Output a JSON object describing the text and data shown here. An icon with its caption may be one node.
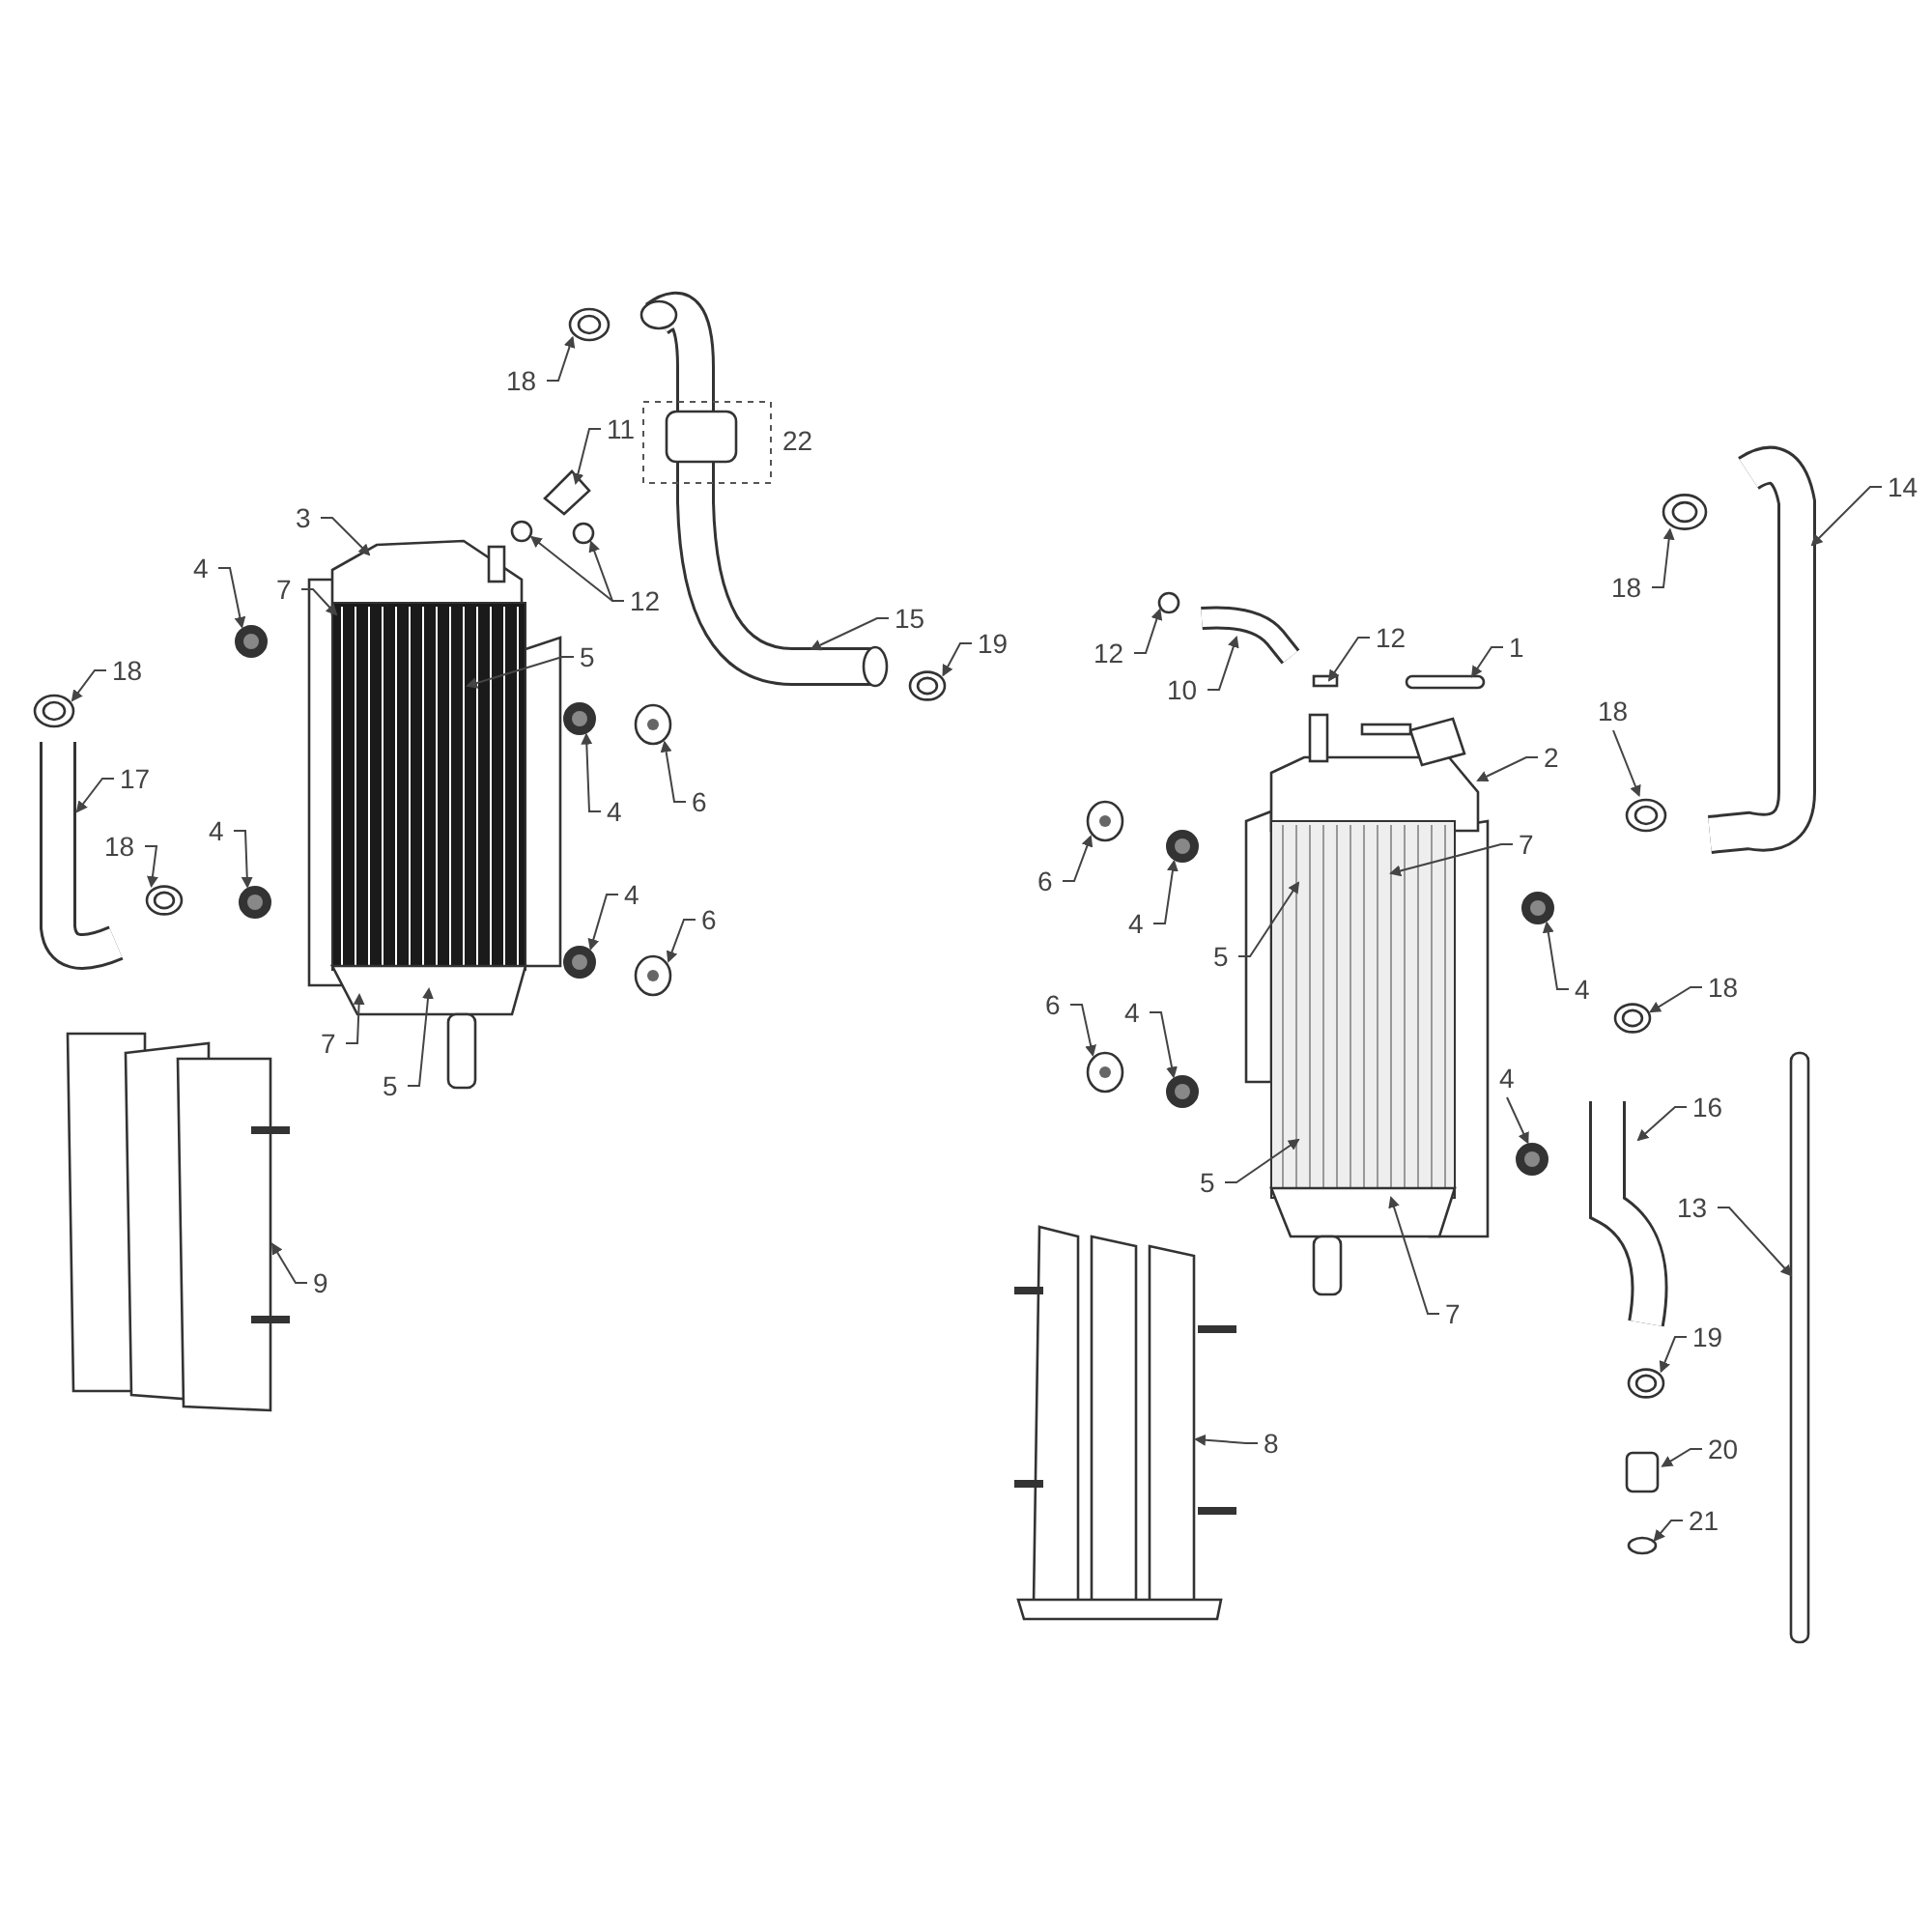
{
  "diagram": {
    "nodes": [
      {
        "text": [
          "18"
        ]
      },
      {
        "text": [
          "11"
        ]
      },
      {
        "text": [
          "3"
        ]
      },
      {
        "text": [
          "12"
        ]
      },
      {
        "text": [
          "15"
        ]
      },
      {
        "text": [
          "19"
        ]
      },
      {
        "text": [
          "4"
        ]
      },
      {
        "text": [
          "7"
        ]
      },
      {
        "text": [
          "5"
        ]
      },
      {
        "text": [
          "18"
        ]
      },
      {
        "text": [
          "4"
        ]
      },
      {
        "text": [
          "6"
        ]
      },
      {
        "text": [
          "17"
        ]
      },
      {
        "text": [
          "4"
        ]
      },
      {
        "text": [
          "18"
        ]
      },
      {
        "text": [
          "4"
        ]
      },
      {
        "text": [
          "6"
        ]
      },
      {
        "text": [
          "7"
        ]
      },
      {
        "text": [
          "5"
        ]
      },
      {
        "text": [
          "9"
        ]
      },
      {
        "text": [
          "14"
        ]
      },
      {
        "text": [
          "18"
        ]
      },
      {
        "text": [
          "12"
        ]
      },
      {
        "text": [
          "10"
        ]
      },
      {
        "text": [
          "12"
        ]
      },
      {
        "text": [
          "1"
        ]
      },
      {
        "text": [
          "18"
        ]
      },
      {
        "text": [
          "2"
        ]
      },
      {
        "text": [
          "6"
        ]
      },
      {
        "text": [
          "4"
        ]
      },
      {
        "text": [
          "7"
        ]
      },
      {
        "text": [
          "5"
        ]
      },
      {
        "text": [
          "4"
        ]
      },
      {
        "text": [
          "18"
        ]
      },
      {
        "text": [
          "6"
        ]
      },
      {
        "text": [
          "4"
        ]
      },
      {
        "text": [
          "16"
        ]
      },
      {
        "text": [
          "4"
        ]
      },
      {
        "text": [
          "5"
        ]
      },
      {
        "text": [
          "13"
        ]
      },
      {
        "text": [
          "7"
        ]
      },
      {
        "text": [
          "8"
        ]
      },
      {
        "text": [
          "19"
        ]
      },
      {
        "text": [
          "20"
        ]
      },
      {
        "text": [
          "21"
        ]
      },
      {
        "text": [],
        "shape": "circle"
      },
      {
        "text": [],
        "shape": "box"
      },
      {
        "text": [],
        "shape": "circle"
      },
      {
        "text": [],
        "shape": "circle"
      },
      {
        "text": [],
        "shape": "picture"
      },
      {
        "text": [],
        "shape": "circle"
      },
      {
        "text": [],
        "shape": "picture"
      },
      {
        "text": [],
        "shape": "circle"
      },
      {
        "text": [],
        "shape": "circle"
      },
      {
        "text": [],
        "shape": "circle"
      },
      {
        "text": [],
        "shape": "circle"
      },
      {
        "text": [],
        "shape": "picture"
      },
      {
        "text": [],
        "shape": "circle"
      },
      {
        "text": [],
        "shape": "circle"
      },
      {
        "text": [],
        "shape": "circle"
      },
      {
        "text": [],
        "shape": "circle"
      },
      {
        "text": [],
        "shape": "picture"
      },
      {
        "text": [],
        "shape": "picture"
      },
      {
        "text": [],
        "shape": "circle"
      },
      {
        "text": [],
        "shape": "circle"
      },
      {
        "text": [],
        "shape": "picture"
      },
      {
        "text": [],
        "shape": "box"
      },
      {
        "text": [],
        "shape": "box"
      },
      {
        "text": [],
        "shape": "circle"
      },
      {
        "text": [],
        "shape": "picture"
      },
      {
        "text": [],
        "shape": "circle"
      },
      {
        "text": [],
        "shape": "circle"
      },
      {
        "text": [],
        "shape": "circle"
      },
      {
        "text": [],
        "shape": "circle"
      },
      {
        "text": [],
        "shape": "circle"
      },
      {
        "text": [],
        "shape": "circle"
      },
      {
        "text": [],
        "shape": "picture"
      },
      {
        "text": [],
        "shape": "circle"
      },
      {
        "text": [],
        "shape": "box"
      },
      {
        "text": [],
        "shape": "picture"
      },
      {
        "text": [],
        "shape": "circle"
      },
      {
        "text": [],
        "shape": "box"
      },
      {
        "text": [],
        "shape": "circle"
      }
    ],
    "edges": [
      {
        "from": 0,
        "to": 45,
        "arrow": "to"
      },
      {
        "from": 1,
        "to": 46,
        "arrow": "to"
      },
      {
        "from": 2,
        "to": 51,
        "arrow": "to"
      },
      {
        "from": 3,
        "to": 47,
        "arrow": "to"
      },
      {
        "from": 3,
        "to": 48,
        "arrow": "to"
      },
      {
        "from": 4,
        "to": 49,
        "arrow": "to"
      },
      {
        "from": 5,
        "to": 50,
        "arrow": "to"
      },
      {
        "from": 6,
        "to": 52,
        "arrow": "to"
      },
      {
        "from": 7,
        "to": 51,
        "arrow": "to"
      },
      {
        "from": 8,
        "to": 51,
        "arrow": "to"
      },
      {
        "from": 9,
        "to": 53,
        "arrow": "to"
      },
      {
        "from": 10,
        "to": 54,
        "arrow": "to"
      },
      {
        "from": 11,
        "to": 55,
        "arrow": "to"
      },
      {
        "from": 12,
        "to": 56,
        "arrow": "to"
      },
      {
        "from": 13,
        "to": 57,
        "arrow": "to"
      },
      {
        "from": 14,
        "to": 58,
        "arrow": "to"
      },
      {
        "from": 15,
        "to": 59,
        "arrow": "to"
      },
      {
        "from": 16,
        "to": 60,
        "arrow": "to"
      },
      {
        "from": 17,
        "to": 51,
        "arrow": "to"
      },
      {
        "from": 18,
        "to": 51,
        "arrow": "to"
      },
      {
        "from": 19,
        "to": 61,
        "arrow": "to"
      },
      {
        "from": 20,
        "to": 62,
        "arrow": "to"
      },
      {
        "from": 21,
        "to": 63,
        "arrow": "to"
      },
      {
        "from": 22,
        "to": 64,
        "arrow": "to"
      },
      {
        "from": 23,
        "to": 65,
        "arrow": "to"
      },
      {
        "from": 24,
        "to": 66,
        "arrow": "to"
      },
      {
        "from": 25,
        "to": 67,
        "arrow": "to"
      },
      {
        "from": 26,
        "to": 68,
        "arrow": "to"
      },
      {
        "from": 27,
        "to": 69,
        "arrow": "to"
      },
      {
        "from": 28,
        "to": 70,
        "arrow": "to"
      },
      {
        "from": 29,
        "to": 71,
        "arrow": "to"
      },
      {
        "from": 30,
        "to": 69,
        "arrow": "to"
      },
      {
        "from": 31,
        "to": 69,
        "arrow": "to"
      },
      {
        "from": 32,
        "to": 72,
        "arrow": "to"
      },
      {
        "from": 33,
        "to": 73,
        "arrow": "to"
      },
      {
        "from": 34,
        "to": 74,
        "arrow": "to"
      },
      {
        "from": 35,
        "to": 75,
        "arrow": "to"
      },
      {
        "from": 36,
        "to": 76,
        "arrow": "to"
      },
      {
        "from": 37,
        "to": 77,
        "arrow": "to"
      },
      {
        "from": 38,
        "to": 69,
        "arrow": "to"
      },
      {
        "from": 39,
        "to": 78,
        "arrow": "to"
      },
      {
        "from": 40,
        "to": 69,
        "arrow": "to"
      },
      {
        "from": 41,
        "to": 79,
        "arrow": "to"
      },
      {
        "from": 42,
        "to": 80,
        "arrow": "to"
      },
      {
        "from": 43,
        "to": 81,
        "arrow": "to"
      },
      {
        "from": 44,
        "to": 82,
        "arrow": "to"
      }
    ],
    "labels": [
      "22"
    ]
  }
}
